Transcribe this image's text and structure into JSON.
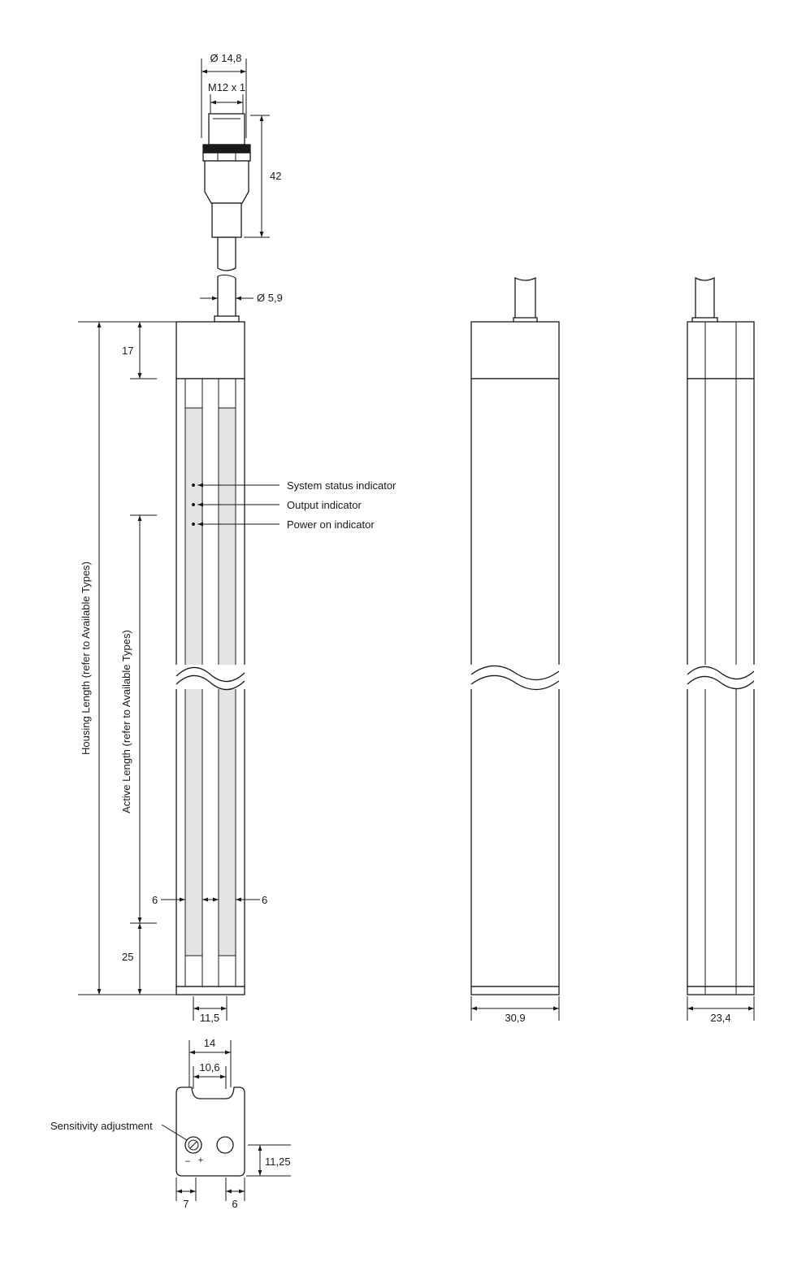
{
  "dimensions": {
    "connector_diameter": "Ø 14,8",
    "thread": "M12 x 1",
    "connector_length": "42",
    "cable_diameter": "Ø 5,9",
    "top_cap": "17",
    "bottom_offset": "25",
    "left_margin": "6",
    "right_margin": "6",
    "channel_spacing": "11,5",
    "front_width": "30,9",
    "side_width": "23,4",
    "end_outer_width": "14",
    "end_inner_width": "10,6",
    "end_height": "11,25",
    "end_left_offset": "7",
    "end_right_offset": "6"
  },
  "labels": {
    "housing_length": "Housing Length (refer to Available Types)",
    "active_length": "Active Length (refer to Available Types)",
    "system_status": "System status indicator",
    "output": "Output indicator",
    "power_on": "Power on indicator",
    "sensitivity": "Sensitivity adjustment",
    "minus": "–",
    "plus": "+"
  }
}
